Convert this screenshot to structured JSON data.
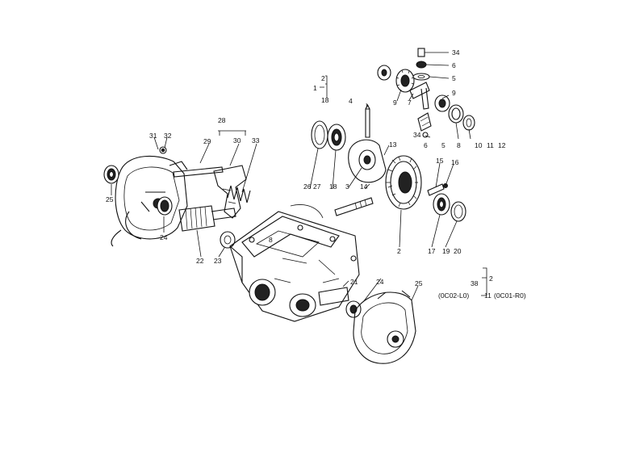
{
  "diagram": {
    "callouts": {
      "p1": "1",
      "p2": "2",
      "p2b": "2",
      "p3": "3",
      "p4": "4",
      "p5a": "5",
      "p5b": "5",
      "p6a": "6",
      "p6b": "6",
      "p7": "7",
      "p8": "8",
      "p9a": "9",
      "p9b": "9",
      "p10": "10",
      "p11": "11",
      "p12": "12",
      "p13": "13",
      "p14": "14",
      "p15": "15",
      "p16": "16",
      "p17": "17",
      "p18a": "18",
      "p18b": "18",
      "p19": "19",
      "p20": "20",
      "p21": "21",
      "p22": "22",
      "p23": "23",
      "p24a": "24",
      "p24b": "24",
      "p25a": "25",
      "p25b": "25",
      "p26": "26",
      "p27": "27",
      "p28": "28",
      "p29": "29",
      "p30": "30",
      "p31": "31",
      "p32": "32",
      "p33": "33",
      "p34a": "34",
      "p34b": "34",
      "p38": "38",
      "p2c": "2",
      "p11b": "11"
    },
    "variants": {
      "left": "(0C02-L0)",
      "right": "(0C01-R0)"
    }
  }
}
